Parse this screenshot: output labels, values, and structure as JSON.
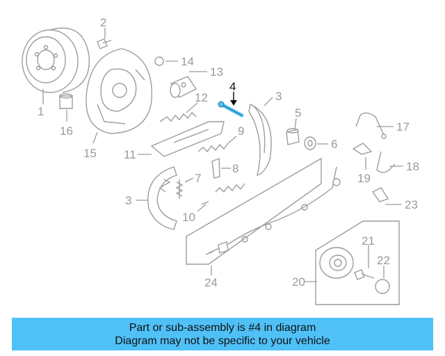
{
  "diagram": {
    "callouts": [
      {
        "id": "1",
        "label": "1"
      },
      {
        "id": "2",
        "label": "2"
      },
      {
        "id": "3a",
        "label": "3"
      },
      {
        "id": "3b",
        "label": "3"
      },
      {
        "id": "4",
        "label": "4"
      },
      {
        "id": "5",
        "label": "5"
      },
      {
        "id": "6",
        "label": "6"
      },
      {
        "id": "7",
        "label": "7"
      },
      {
        "id": "8",
        "label": "8"
      },
      {
        "id": "9",
        "label": "9"
      },
      {
        "id": "10",
        "label": "10"
      },
      {
        "id": "11",
        "label": "11"
      },
      {
        "id": "12",
        "label": "12"
      },
      {
        "id": "13",
        "label": "13"
      },
      {
        "id": "14",
        "label": "14"
      },
      {
        "id": "15",
        "label": "15"
      },
      {
        "id": "16",
        "label": "16"
      },
      {
        "id": "17",
        "label": "17"
      },
      {
        "id": "18",
        "label": "18"
      },
      {
        "id": "19",
        "label": "19"
      },
      {
        "id": "20",
        "label": "20"
      },
      {
        "id": "21",
        "label": "21"
      },
      {
        "id": "22",
        "label": "22"
      },
      {
        "id": "23",
        "label": "23"
      },
      {
        "id": "24",
        "label": "24"
      }
    ],
    "highlighted_part": "4",
    "colors": {
      "highlight": "#4fc1f7",
      "line_art": "#9c9c9c",
      "active_text": "#111111"
    }
  },
  "caption": {
    "line1": "Part or sub-assembly is #4 in diagram",
    "line2": "Diagram may not be specific to your vehicle"
  }
}
